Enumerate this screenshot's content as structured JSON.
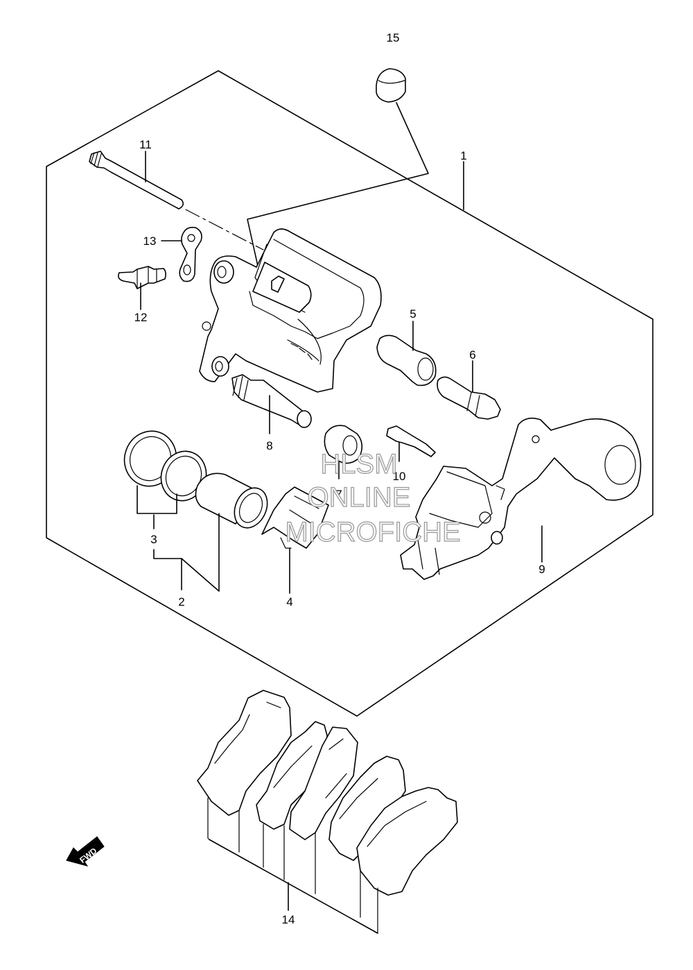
{
  "labels": {
    "p1": "1",
    "p2": "2",
    "p3": "3",
    "p4": "4",
    "p5": "5",
    "p6": "6",
    "p7": "7",
    "p8": "8",
    "p9": "9",
    "p10": "10",
    "p11": "11",
    "p12": "12",
    "p13": "13",
    "p14": "14",
    "p15": "15"
  },
  "watermark": {
    "line1": "HLSM",
    "line2": "ONLINE",
    "line3": "MICROFICHE"
  },
  "fwd_arrow": "FWD"
}
